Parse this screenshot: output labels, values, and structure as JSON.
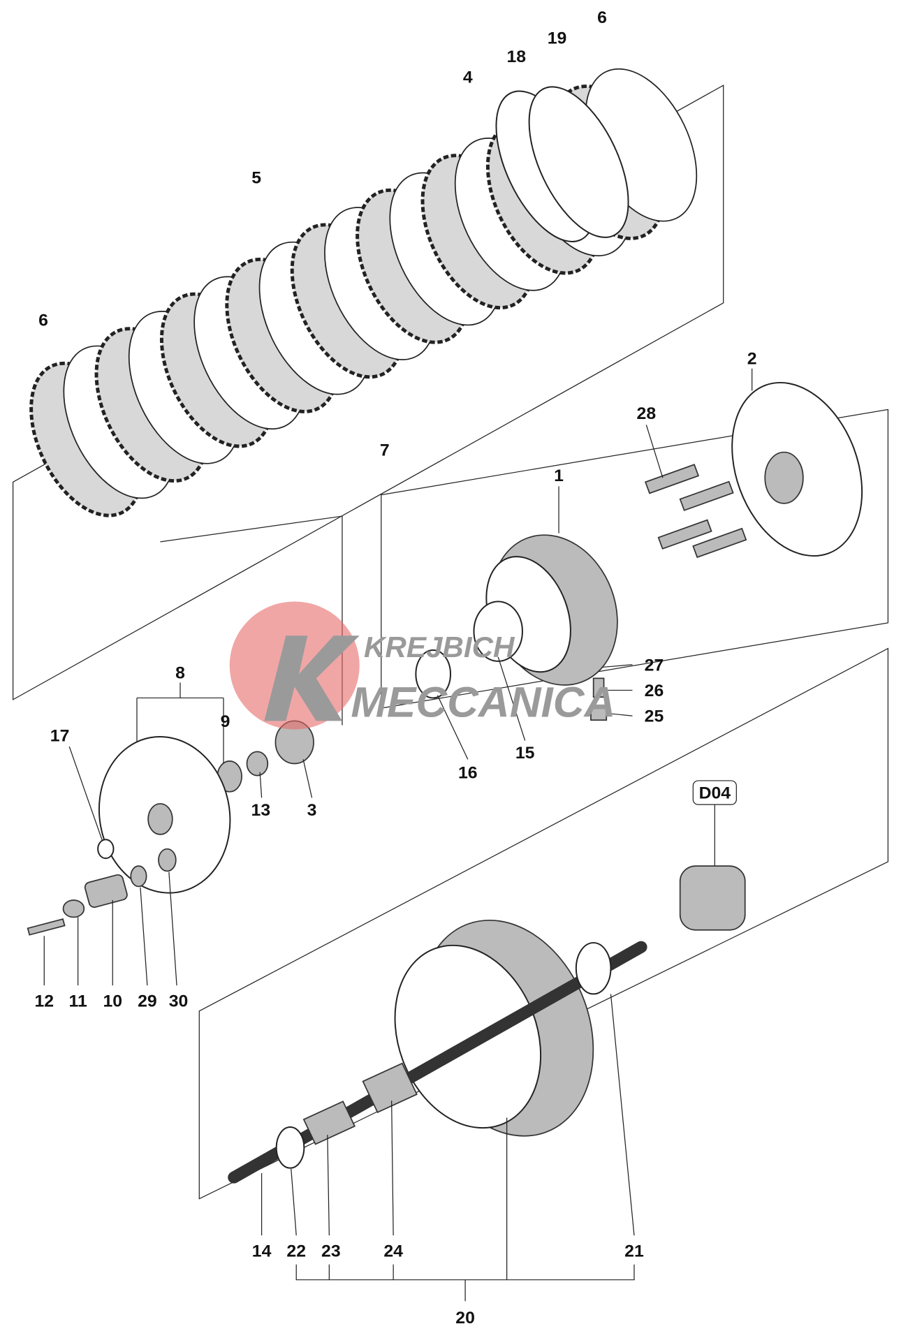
{
  "diagram": {
    "title": "Clutch assembly exploded view",
    "labels": [
      "6",
      "19",
      "18",
      "4",
      "5",
      "6",
      "7",
      "2",
      "28",
      "1",
      "27",
      "26",
      "25",
      "8",
      "9",
      "17",
      "13",
      "3",
      "16",
      "15",
      "D04",
      "12",
      "11",
      "10",
      "29",
      "30",
      "14",
      "22",
      "23",
      "24",
      "21",
      "20"
    ],
    "watermark": {
      "line1": "KREJBICH",
      "line2": "MECCANICA",
      "accent": "#e86a6a",
      "text_color": "#9a9a9a"
    }
  }
}
